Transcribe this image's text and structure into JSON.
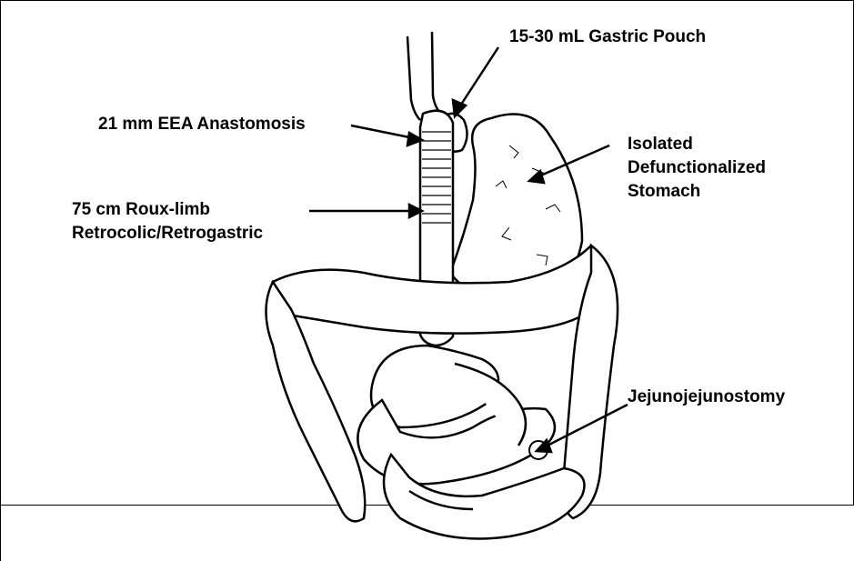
{
  "labels": {
    "gastric_pouch": "15-30 mL Gastric Pouch",
    "anastomosis": "21 mm EEA Anastomosis",
    "roux_limb_line1": "75 cm Roux-limb",
    "roux_limb_line2": "Retrocolic/Retrogastric",
    "stomach_line1": "Isolated",
    "stomach_line2": "Defunctionalized",
    "stomach_line3": "Stomach",
    "jejunojejunostomy": "Jejunojejunostomy"
  }
}
